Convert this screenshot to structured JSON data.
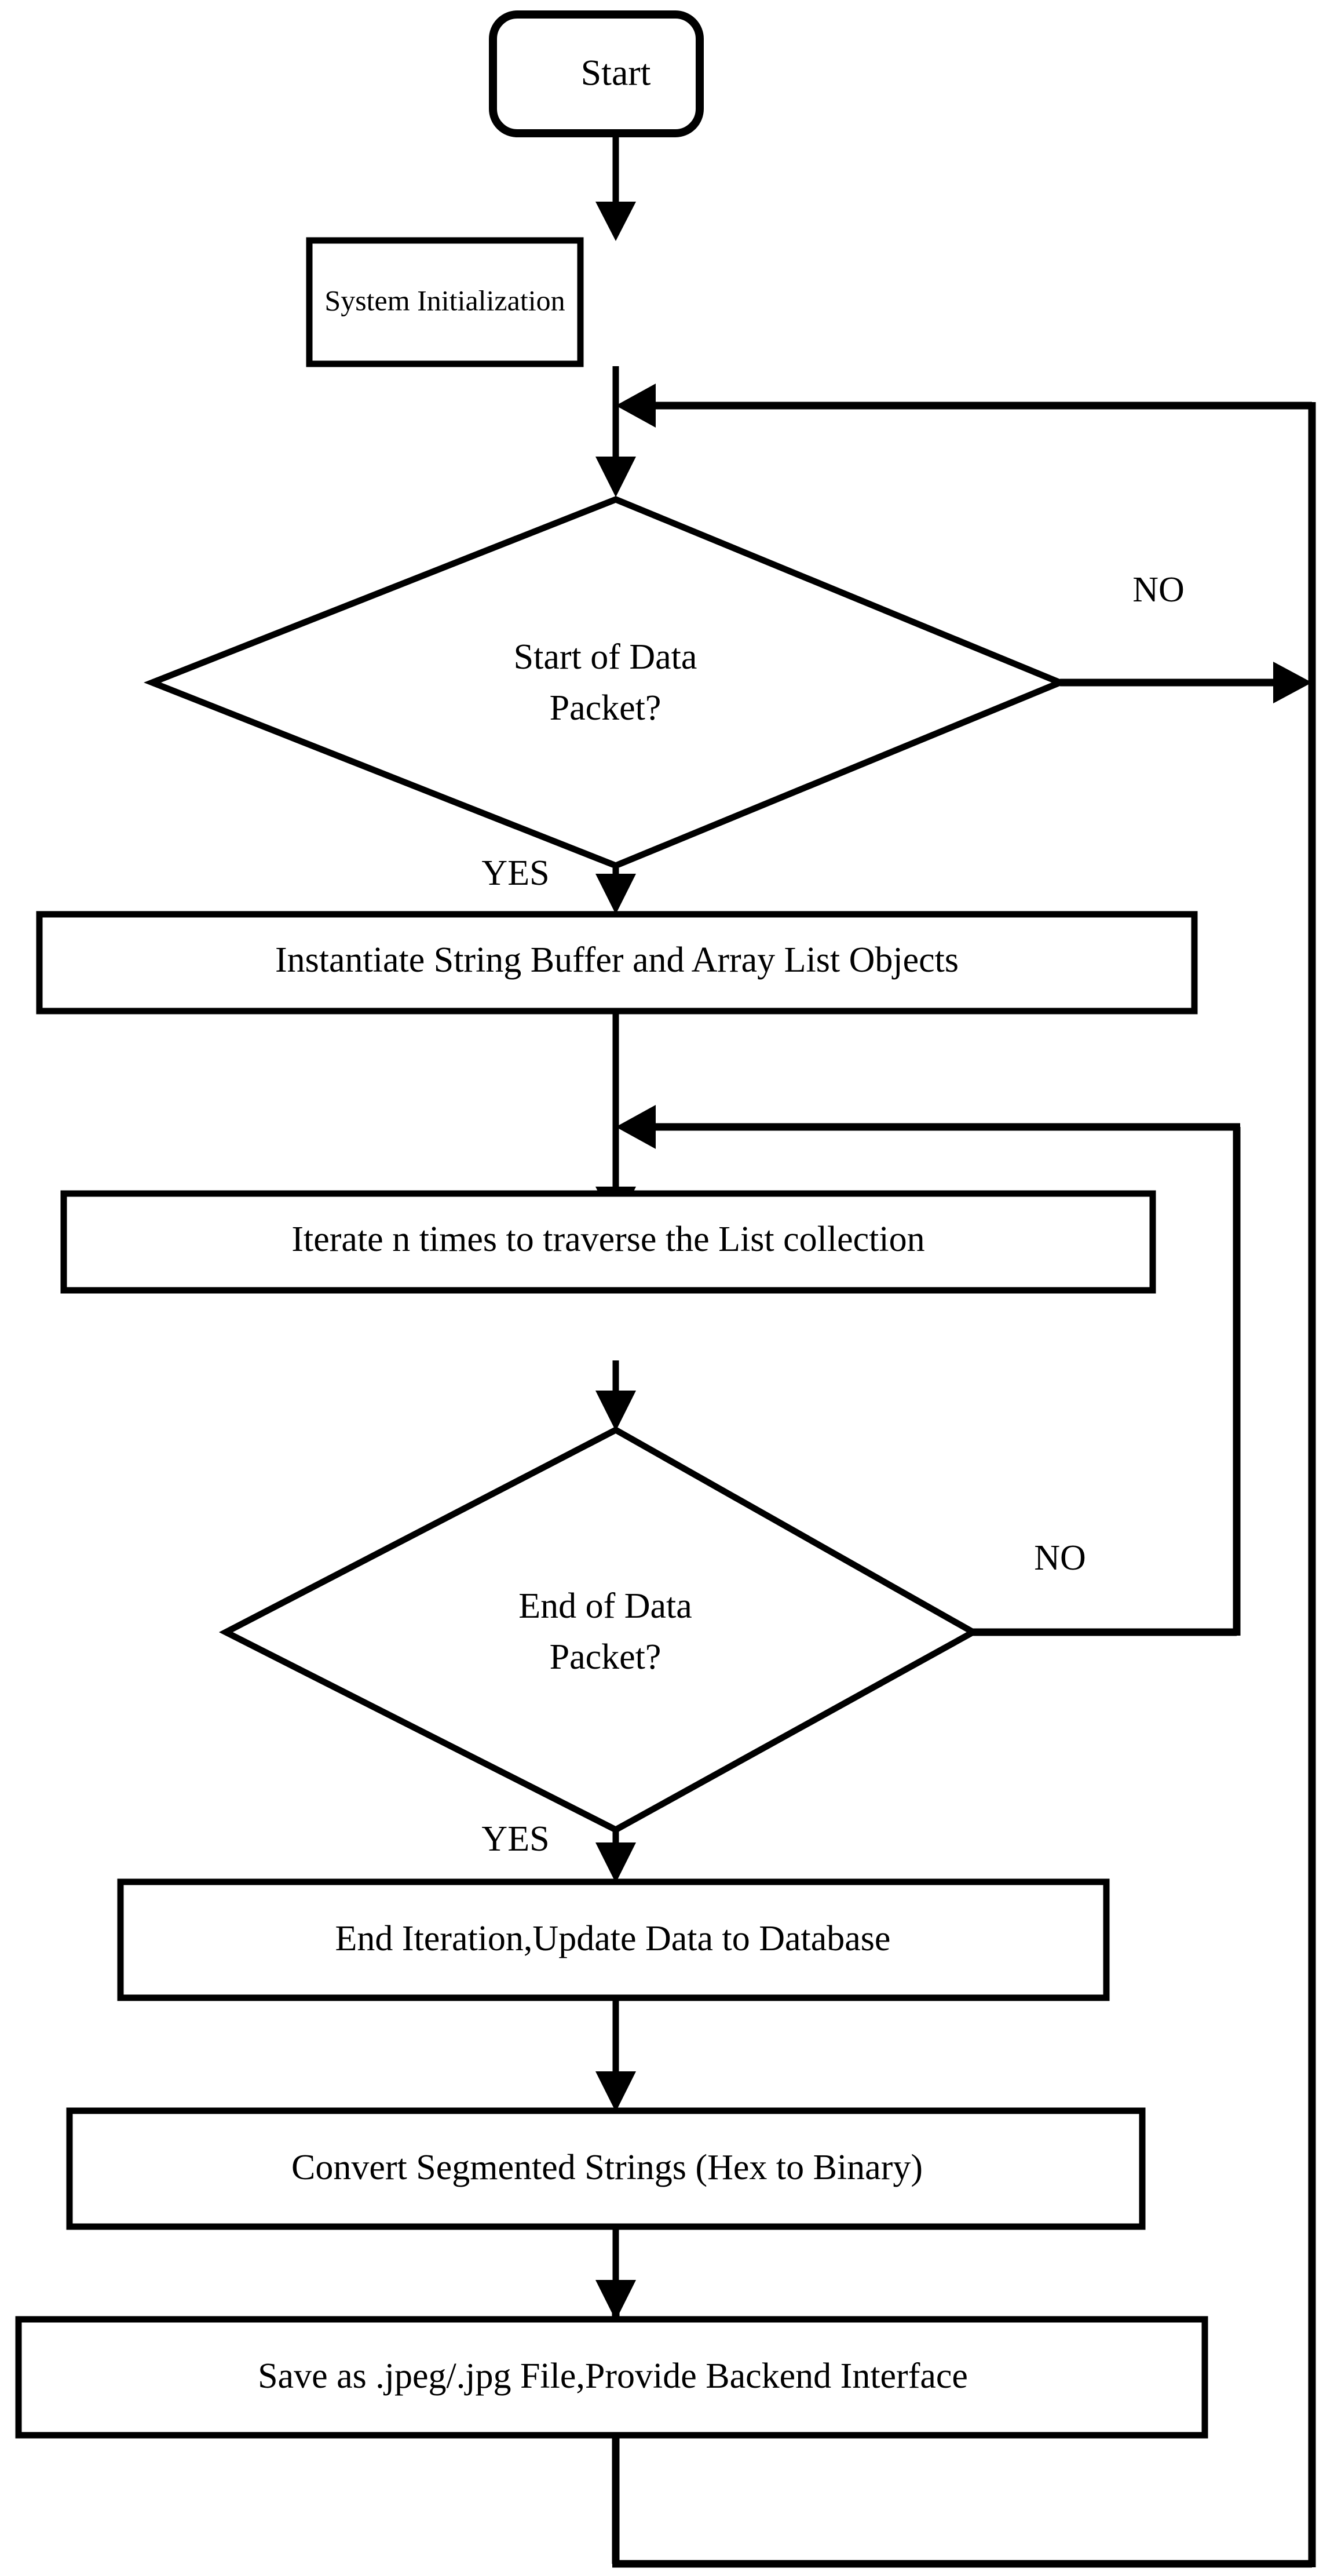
{
  "diagram": {
    "type": "flowchart",
    "orientation": "top-to-bottom",
    "background_color": "#ffffff",
    "line_color": "#000000",
    "text_color": "#000000",
    "nodes": [
      {
        "id": "start",
        "shape": "rounded-rectangle",
        "label": "Start"
      },
      {
        "id": "sysinit",
        "shape": "rectangle",
        "label": "System Initialization"
      },
      {
        "id": "startpacket",
        "shape": "diamond",
        "label_line1": "Start of Data",
        "label_line2": "Packet?"
      },
      {
        "id": "instantiate",
        "shape": "rectangle",
        "label": "Instantiate String Buffer and Array List Objects"
      },
      {
        "id": "iterate",
        "shape": "rectangle",
        "label": "Iterate n times to traverse the List collection"
      },
      {
        "id": "endpacket",
        "shape": "diamond",
        "label_line1": "End of Data",
        "label_line2": "Packet?"
      },
      {
        "id": "enditeration",
        "shape": "rectangle",
        "label": "End Iteration,Update Data to Database"
      },
      {
        "id": "convert",
        "shape": "rectangle",
        "label": "Convert Segmented Strings (Hex to Binary)"
      },
      {
        "id": "save",
        "shape": "rectangle",
        "label": "Save as .jpeg/.jpg File,Provide Backend Interface"
      }
    ],
    "edge_labels": {
      "startpacket_no": "NO",
      "startpacket_yes": "YES",
      "endpacket_no": "NO",
      "endpacket_yes": "YES"
    },
    "edges": [
      {
        "from": "start",
        "to": "sysinit",
        "label": ""
      },
      {
        "from": "sysinit",
        "to": "startpacket",
        "label": ""
      },
      {
        "from": "startpacket",
        "to": "outer-rail",
        "label": "NO"
      },
      {
        "from": "startpacket",
        "to": "instantiate",
        "label": "YES"
      },
      {
        "from": "instantiate",
        "to": "iterate",
        "label": ""
      },
      {
        "from": "iterate",
        "to": "endpacket",
        "label": ""
      },
      {
        "from": "endpacket",
        "to": "iterate",
        "label": "NO"
      },
      {
        "from": "endpacket",
        "to": "enditeration",
        "label": "YES"
      },
      {
        "from": "enditeration",
        "to": "convert",
        "label": ""
      },
      {
        "from": "convert",
        "to": "save",
        "label": ""
      },
      {
        "from": "save",
        "to": "startpacket",
        "label": ""
      }
    ]
  }
}
